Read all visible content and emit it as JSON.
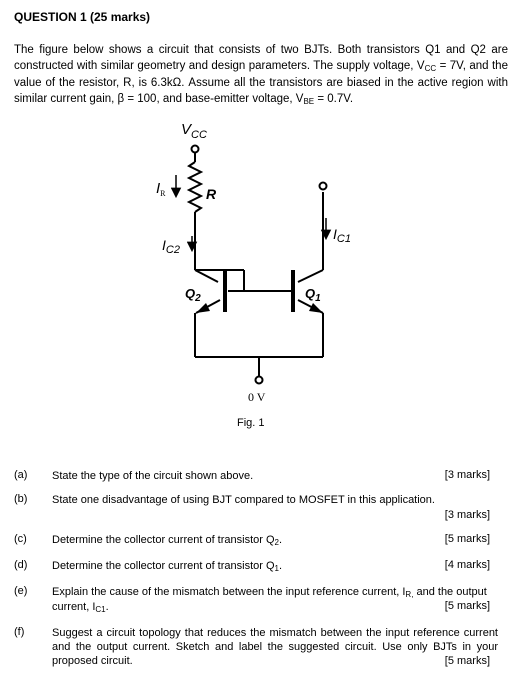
{
  "question": {
    "title": "QUESTION 1 (25 marks)",
    "intro": {
      "t1": "The figure below shows a circuit that consists of two BJTs. Both transistors Q1 and Q2 are constructed with similar geometry and design parameters. The supply voltage, V",
      "vcc_sub": "CC",
      "t2": " = 7V, and the value of the resistor, R, is 6.3kΩ. Assume all the transistors are biased in the active region with similar current gain, β = 100, and base-emitter voltage, V",
      "vbe_sub": "BE",
      "t3": " = 0.7V."
    }
  },
  "figure": {
    "vcc_main": "V",
    "vcc_sub": "CC",
    "ir_main": "I",
    "ir_sub": "R",
    "r_label": "R",
    "ic2_main": "I",
    "ic2_sub": "C2",
    "ic1_main": "I",
    "ic1_sub": "C1",
    "q2_main": "Q",
    "q2_sub": "2",
    "q1_main": "Q",
    "q1_sub": "1",
    "ground": "0 V",
    "caption": "Fig. 1"
  },
  "parts": [
    {
      "label": "(a)",
      "text": "State the type of the circuit shown above.",
      "marks": "[3 marks]"
    },
    {
      "label": "(b)",
      "text": "State one disadvantage of using BJT compared to MOSFET in this application.",
      "marks": "[3 marks]"
    },
    {
      "label": "(c)",
      "text_a": "Determine the collector current of transistor Q",
      "sub": "2",
      "text_b": ".",
      "marks": "[5 marks]"
    },
    {
      "label": "(d)",
      "text_a": "Determine the collector current of transistor Q",
      "sub": "1",
      "text_b": ".",
      "marks": "[4 marks]"
    },
    {
      "label": "(e)",
      "text_a": "Explain the cause of the mismatch between the input reference current, I",
      "sub_a": "R,",
      "text_b": " and the output current, I",
      "sub_b": "C1",
      "text_c": ".",
      "marks": "[5 marks]"
    },
    {
      "label": "(f)",
      "text": "Suggest a circuit topology that reduces the mismatch between the input reference current and the output current. Sketch and label the suggested circuit. Use only BJTs in your proposed circuit.",
      "marks": "[5 marks]"
    }
  ]
}
